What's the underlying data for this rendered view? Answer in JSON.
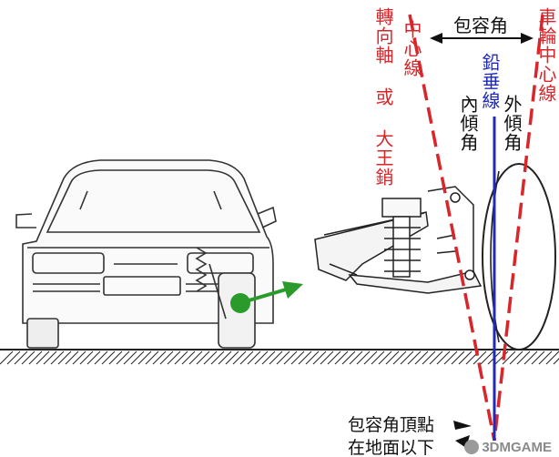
{
  "labels": {
    "kingpin_axis": "轉向軸 或 大王銷",
    "centerline": "中心線",
    "included_angle": "包容角",
    "wheel_centerline": "車輪中心線",
    "plumb_line": "鉛垂線",
    "inner_tilt_angle": "內傾角",
    "outer_tilt_angle": "外傾角",
    "apex_line1": "包容角頂點",
    "apex_line2": "在地面以下"
  },
  "watermark": "3DMGAME",
  "colors": {
    "red_label": "#d9262b",
    "blue_line": "#1f2ab8",
    "green_arrow": "#2a9a2a",
    "ground_hatch": "#222222"
  }
}
